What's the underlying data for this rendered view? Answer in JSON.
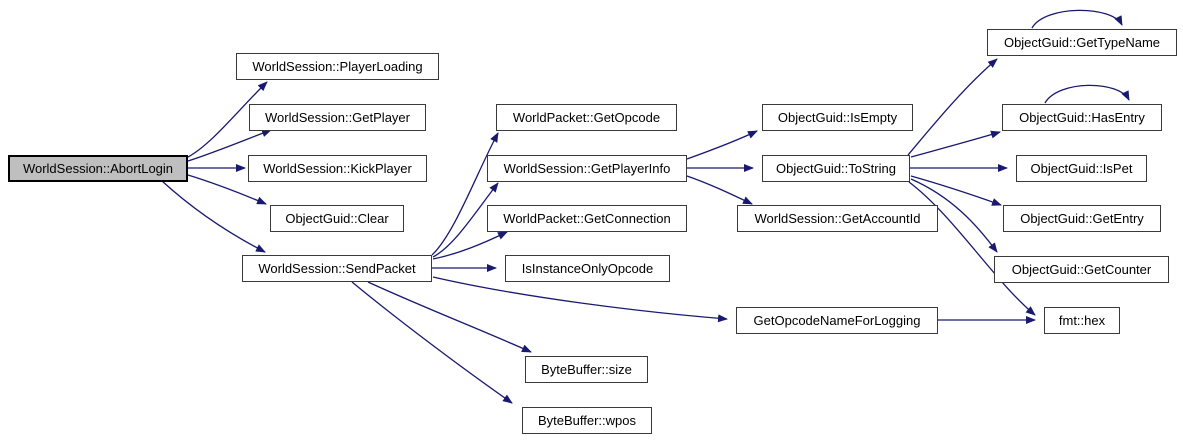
{
  "graph": {
    "type": "call-graph",
    "edge_color": "#191970",
    "node_fill": "#ffffff",
    "node_border_color": "#3a3a3a",
    "highlight_fill": "#bfbfbf",
    "highlight_border_color": "#000000",
    "nodes": [
      {
        "id": "abort_login",
        "label": "WorldSession::AbortLogin",
        "highlighted": true
      },
      {
        "id": "player_loading",
        "label": "WorldSession::PlayerLoading",
        "highlighted": false
      },
      {
        "id": "get_player",
        "label": "WorldSession::GetPlayer",
        "highlighted": false
      },
      {
        "id": "kick_player",
        "label": "WorldSession::KickPlayer",
        "highlighted": false
      },
      {
        "id": "clear",
        "label": "ObjectGuid::Clear",
        "highlighted": false
      },
      {
        "id": "send_packet",
        "label": "WorldSession::SendPacket",
        "highlighted": false
      },
      {
        "id": "get_opcode",
        "label": "WorldPacket::GetOpcode",
        "highlighted": false
      },
      {
        "id": "get_player_info",
        "label": "WorldSession::GetPlayerInfo",
        "highlighted": false
      },
      {
        "id": "get_connection",
        "label": "WorldPacket::GetConnection",
        "highlighted": false
      },
      {
        "id": "is_instance_only_opcode",
        "label": "IsInstanceOnlyOpcode",
        "highlighted": false
      },
      {
        "id": "size",
        "label": "ByteBuffer::size",
        "highlighted": false
      },
      {
        "id": "wpos",
        "label": "ByteBuffer::wpos",
        "highlighted": false
      },
      {
        "id": "is_empty",
        "label": "ObjectGuid::IsEmpty",
        "highlighted": false
      },
      {
        "id": "to_string",
        "label": "ObjectGuid::ToString",
        "highlighted": false
      },
      {
        "id": "get_account_id",
        "label": "WorldSession::GetAccountId",
        "highlighted": false
      },
      {
        "id": "get_opcode_name_for_logging",
        "label": "GetOpcodeNameForLogging",
        "highlighted": false
      },
      {
        "id": "get_type_name",
        "label": "ObjectGuid::GetTypeName",
        "highlighted": false
      },
      {
        "id": "has_entry",
        "label": "ObjectGuid::HasEntry",
        "highlighted": false
      },
      {
        "id": "is_pet",
        "label": "ObjectGuid::IsPet",
        "highlighted": false
      },
      {
        "id": "get_entry",
        "label": "ObjectGuid::GetEntry",
        "highlighted": false
      },
      {
        "id": "get_counter",
        "label": "ObjectGuid::GetCounter",
        "highlighted": false
      },
      {
        "id": "hex",
        "label": "fmt::hex",
        "highlighted": false
      }
    ],
    "edges": [
      {
        "from": "abort_login",
        "to": "player_loading"
      },
      {
        "from": "abort_login",
        "to": "get_player"
      },
      {
        "from": "abort_login",
        "to": "kick_player"
      },
      {
        "from": "abort_login",
        "to": "clear"
      },
      {
        "from": "abort_login",
        "to": "send_packet"
      },
      {
        "from": "send_packet",
        "to": "get_opcode"
      },
      {
        "from": "send_packet",
        "to": "get_player_info"
      },
      {
        "from": "send_packet",
        "to": "get_connection"
      },
      {
        "from": "send_packet",
        "to": "is_instance_only_opcode"
      },
      {
        "from": "send_packet",
        "to": "get_opcode_name_for_logging"
      },
      {
        "from": "send_packet",
        "to": "size"
      },
      {
        "from": "send_packet",
        "to": "wpos"
      },
      {
        "from": "get_player_info",
        "to": "is_empty"
      },
      {
        "from": "get_player_info",
        "to": "to_string"
      },
      {
        "from": "get_player_info",
        "to": "get_account_id"
      },
      {
        "from": "to_string",
        "to": "get_type_name"
      },
      {
        "from": "to_string",
        "to": "has_entry"
      },
      {
        "from": "to_string",
        "to": "is_pet"
      },
      {
        "from": "to_string",
        "to": "get_entry"
      },
      {
        "from": "to_string",
        "to": "get_counter"
      },
      {
        "from": "to_string",
        "to": "hex"
      },
      {
        "from": "get_opcode_name_for_logging",
        "to": "hex"
      },
      {
        "from": "get_type_name",
        "to": "get_type_name"
      },
      {
        "from": "has_entry",
        "to": "has_entry"
      }
    ]
  }
}
